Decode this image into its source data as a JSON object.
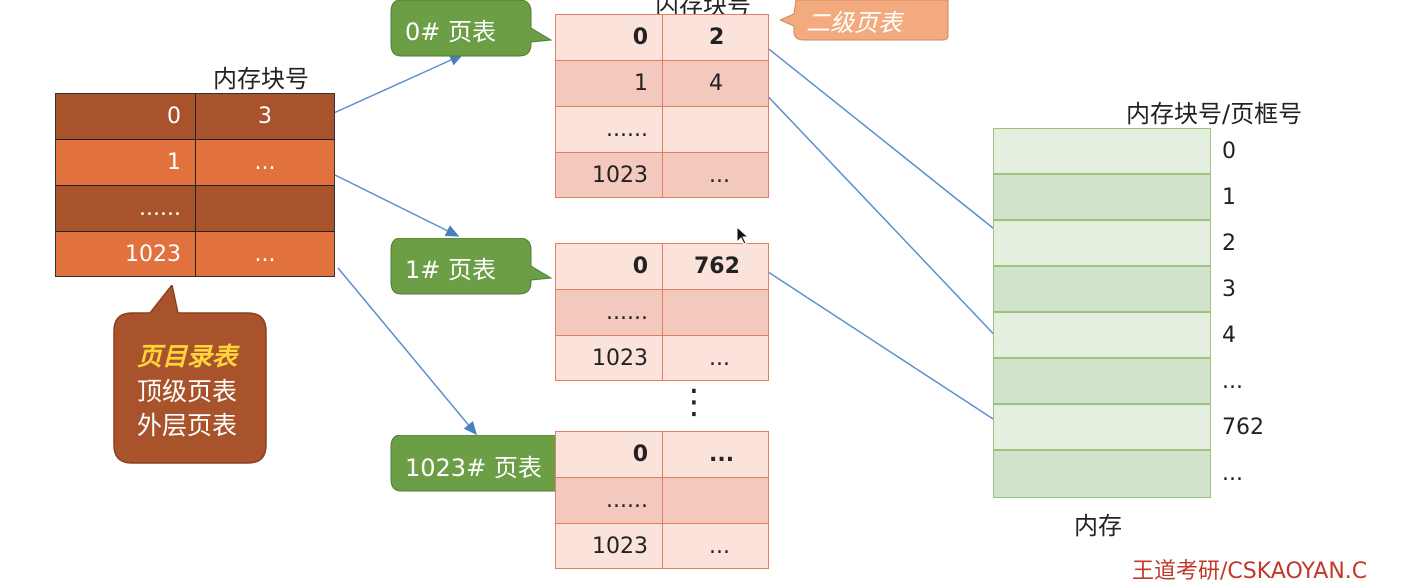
{
  "page_directory": {
    "header": "内存块号",
    "rows": [
      {
        "index": "0",
        "value": "3"
      },
      {
        "index": "1",
        "value": "..."
      },
      {
        "index": "......",
        "value": ""
      },
      {
        "index": "1023",
        "value": "..."
      }
    ],
    "callout": {
      "title": "页目录表",
      "line1": "顶级页表",
      "line2": "外层页表"
    }
  },
  "second_level_note": "二级页表",
  "page_tables": [
    {
      "bubble": "0# 页表",
      "rows": [
        {
          "index": "0",
          "value": "2"
        },
        {
          "index": "1",
          "value": "4"
        },
        {
          "index": "......",
          "value": ""
        },
        {
          "index": "1023",
          "value": "..."
        }
      ]
    },
    {
      "bubble": "1# 页表",
      "rows": [
        {
          "index": "0",
          "value": "762"
        },
        {
          "index": "......",
          "value": ""
        },
        {
          "index": "1023",
          "value": "..."
        }
      ]
    },
    {
      "bubble": "1023# 页表",
      "rows": [
        {
          "index": "0",
          "value": "..."
        },
        {
          "index": "......",
          "value": ""
        },
        {
          "index": "1023",
          "value": "..."
        }
      ]
    }
  ],
  "table_header_partial": "内存块号",
  "vertical_dots": "⋮",
  "memory": {
    "header": "内存块号/页框号",
    "labels": [
      "0",
      "1",
      "2",
      "3",
      "4",
      "...",
      "762",
      "..."
    ],
    "caption": "内存"
  },
  "watermark": "王道考研/CSKAOYAN.C"
}
